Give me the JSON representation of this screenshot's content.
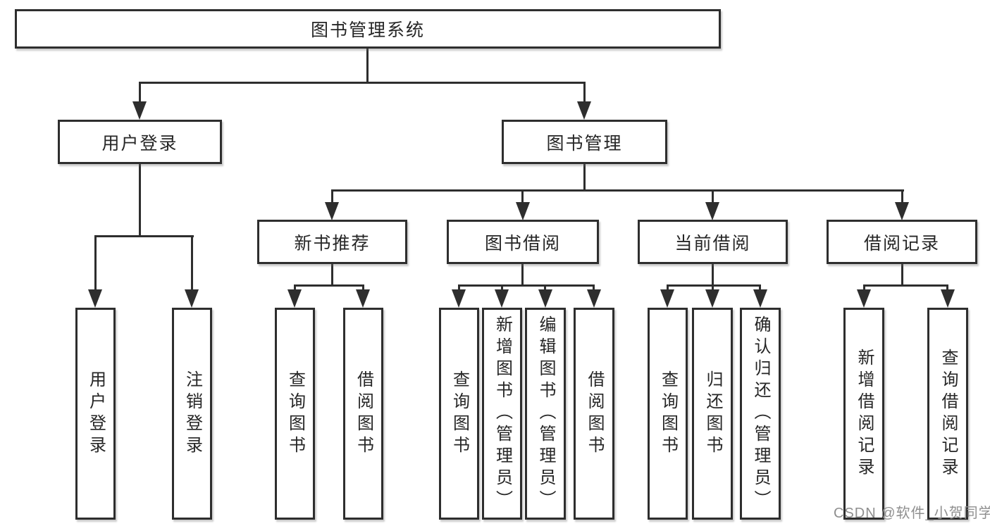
{
  "diagram": {
    "title": "图书管理系统",
    "level2": {
      "user_login_group": "用户登录",
      "book_mgmt": "图书管理"
    },
    "level3": {
      "new_books": "新书推荐",
      "book_borrow": "图书借阅",
      "current_borrow": "当前借阅",
      "borrow_records": "借阅记录"
    },
    "leaves": {
      "user_login": "用户登录",
      "logout": "注销登录",
      "query_book_rec": "查询图书",
      "borrow_book_rec": "借阅图书",
      "query_book_borrow": "查询图书",
      "add_book_admin": "新增图书（管理员）",
      "edit_book_admin": "编辑图书（管理员）",
      "borrow_book": "借阅图书",
      "query_book_current": "查询图书",
      "return_book": "归还图书",
      "confirm_return_admin": "确认归还（管理员）",
      "add_borrow_record": "新增借阅记录",
      "query_borrow_record": "查询借阅记录"
    }
  },
  "watermark": "CSDN @软件_小贺同学",
  "colors": {
    "line": "#2e2e2e",
    "text": "#262626",
    "watermark": "#8f8f8f",
    "background": "#ffffff"
  }
}
